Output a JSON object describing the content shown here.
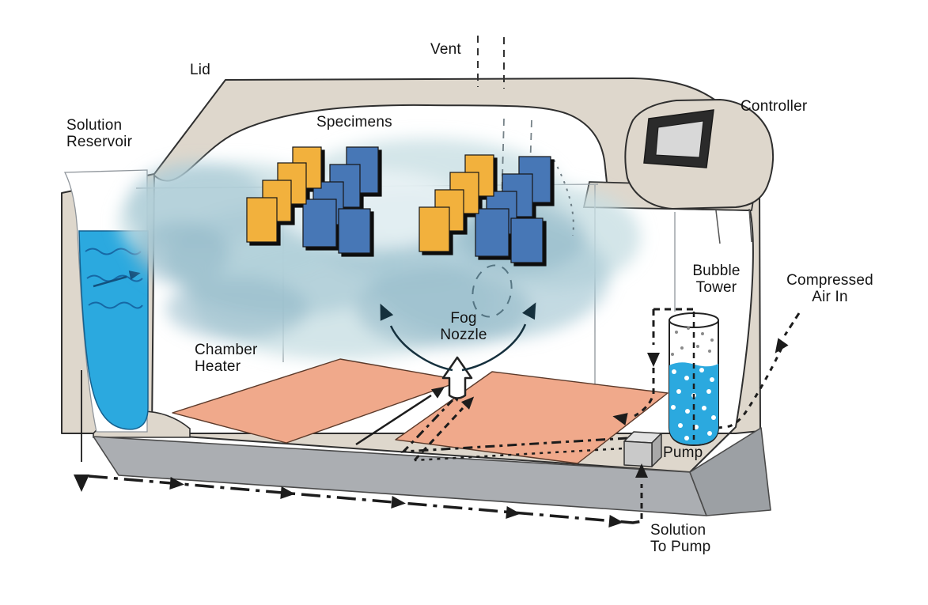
{
  "diagram": {
    "type": "salt-spray-test-chamber-cutaway",
    "labels": {
      "lid": "Lid",
      "vent": "Vent",
      "controller": "Controller",
      "solution_reservoir": "Solution\nReservoir",
      "specimens": "Specimens",
      "bubble_tower": "Bubble\nTower",
      "compressed_air_in": "Compressed\nAir In",
      "fog_nozzle": "Fog\nNozzle",
      "chamber_heater": "Chamber\nHeater",
      "pump": "Pump",
      "solution_to_pump": "Solution\nTo Pump"
    }
  },
  "colors": {
    "shell": "#DED7CC",
    "shell_outline": "#2F2F2F",
    "base_front": "#ABAEB2",
    "base_side": "#9CA0A4",
    "water": "#2BA9DF",
    "water_line": "#1668A5",
    "specimen_yellow": "#F2B13C",
    "specimen_blue": "#4677B6",
    "heater": "#F0A98B",
    "fog_light": "#C8DFE4",
    "fog_mid": "#A9CBD6",
    "fog_dark": "#8FB6C6",
    "line_dark": "#1C1C1C",
    "screen_dark": "#2B2B2B",
    "screen_light": "#D8D8D8",
    "pump_gray": "#C9C9C9"
  }
}
